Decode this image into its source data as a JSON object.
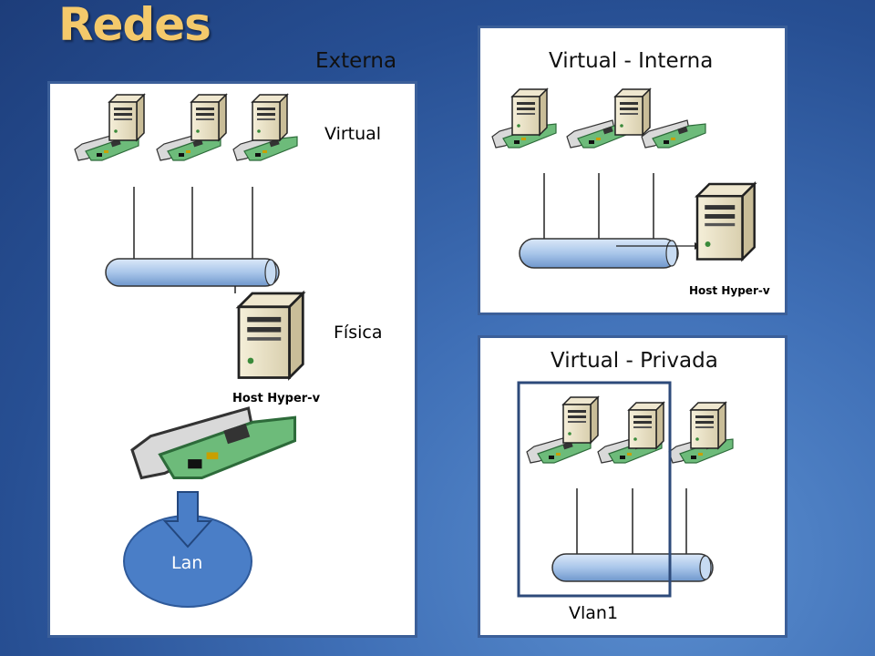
{
  "title": "Redes",
  "panels": {
    "externa": {
      "header": "Externa",
      "virtual_label": "Virtual",
      "fisica_label": "Física",
      "host_label": "Host Hyper-v",
      "lan_label": "Lan"
    },
    "interna": {
      "header": "Virtual - Interna",
      "host_label": "Host Hyper-v"
    },
    "privada": {
      "header": "Virtual - Privada",
      "vlan_label": "Vlan1"
    }
  },
  "colors": {
    "title": "#f4c96b",
    "lan": "#4a7ec7",
    "bus": "#a9c6ea",
    "panel_border": "#3b5f99"
  }
}
